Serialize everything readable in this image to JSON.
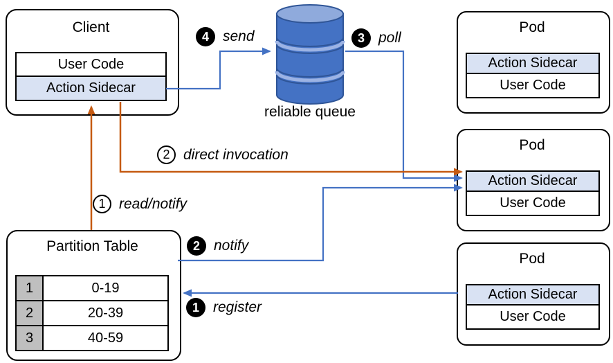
{
  "diagram_title": "queue-based actor invocation diagram",
  "colors": {
    "arrow_blue": "#4472C4",
    "arrow_orange": "#C55A11",
    "sidecar_fill": "#D9E2F3",
    "table_id_cell_gray": "#BFBFBF",
    "cylinder_body": "#4472C4",
    "cylinder_top": "#8FAADC",
    "cylinder_stroke": "#2F5597",
    "box_border": "#000000"
  },
  "client": {
    "title": "Client",
    "user_code": "User Code",
    "action_sidecar": "Action Sidecar"
  },
  "queue": {
    "label": "reliable queue"
  },
  "pods": [
    {
      "title": "Pod",
      "action_sidecar": "Action Sidecar",
      "user_code": "User Code"
    },
    {
      "title": "Pod",
      "action_sidecar": "Action Sidecar",
      "user_code": "User Code"
    },
    {
      "title": "Pod",
      "action_sidecar": "Action Sidecar",
      "user_code": "User Code"
    }
  ],
  "partition_table": {
    "title": "Partition Table",
    "rows": [
      {
        "id": "1",
        "range": "0-19"
      },
      {
        "id": "2",
        "range": "20-39"
      },
      {
        "id": "3",
        "range": "40-59"
      }
    ]
  },
  "steps": [
    {
      "num": "4",
      "style": "filled",
      "label": "send"
    },
    {
      "num": "3",
      "style": "filled",
      "label": "poll"
    },
    {
      "num": "2",
      "style": "outline",
      "label": "direct invocation"
    },
    {
      "num": "1",
      "style": "outline",
      "label": "read/notify"
    },
    {
      "num": "2",
      "style": "filled",
      "label": "notify"
    },
    {
      "num": "1",
      "style": "filled",
      "label": "register"
    }
  ]
}
